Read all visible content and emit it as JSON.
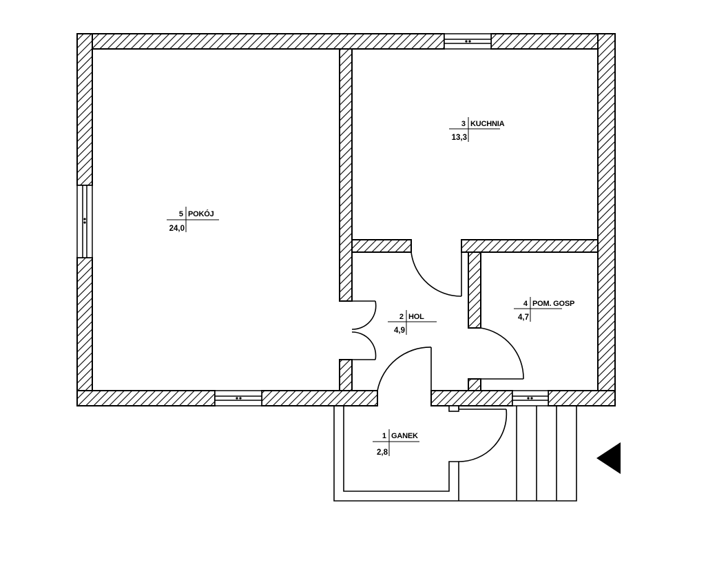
{
  "plan": {
    "rooms": [
      {
        "number": "5",
        "name": "POKÓJ",
        "area": "24,0"
      },
      {
        "number": "3",
        "name": "KUCHNIA",
        "area": "13,3"
      },
      {
        "number": "2",
        "name": "HOL",
        "area": "4,9"
      },
      {
        "number": "4",
        "name": "POM. GOSP",
        "area": "4,7"
      },
      {
        "number": "1",
        "name": "GANEK",
        "area": "2,8"
      }
    ]
  }
}
